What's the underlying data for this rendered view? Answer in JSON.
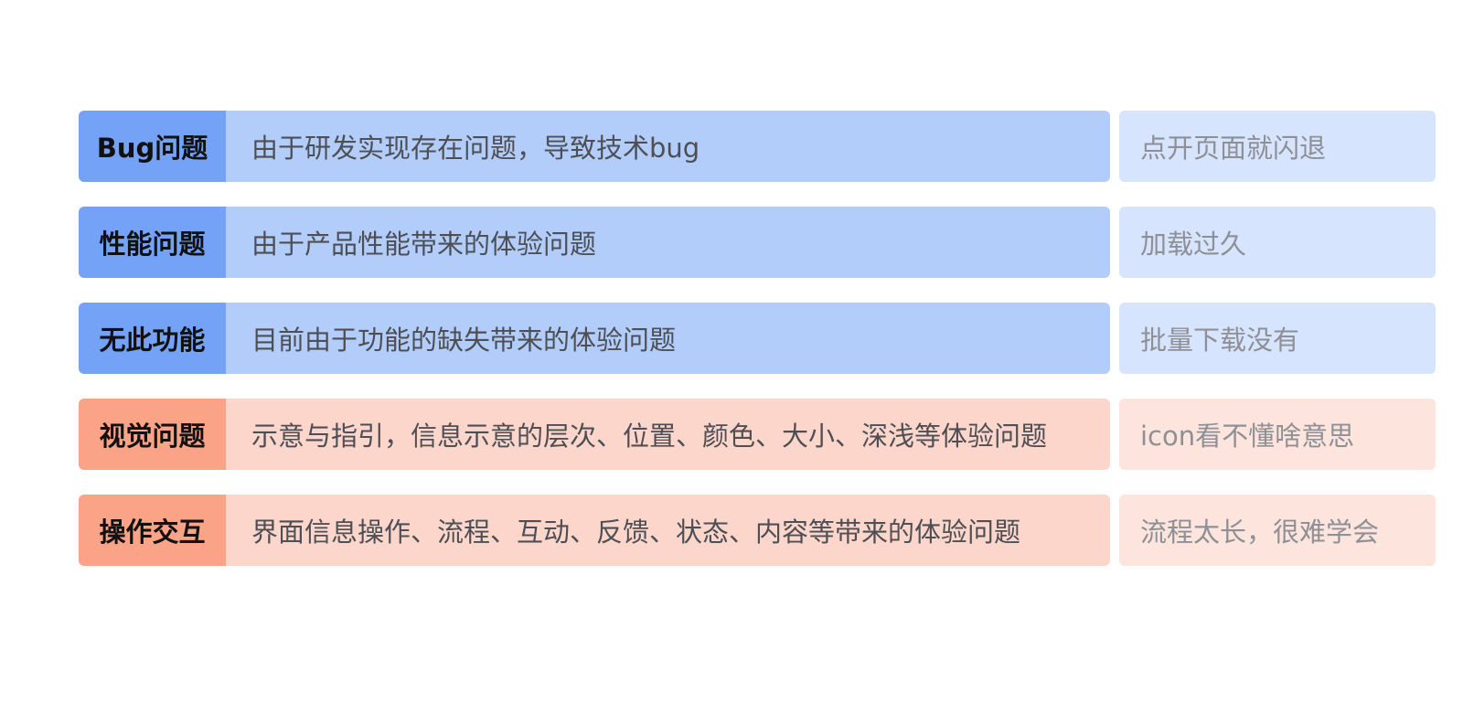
{
  "colors": {
    "blue_tag": "#74a2f7",
    "blue_desc": "#b2cdf9",
    "blue_example": "#d6e4fd",
    "orange_tag": "#fba386",
    "orange_desc": "#fdd6cb",
    "orange_example": "#fde4dd"
  },
  "rows": [
    {
      "category": "Bug问题",
      "description": "由于研发实现存在问题，导致技术bug",
      "example": "点开页面就闪退",
      "theme": "blue"
    },
    {
      "category": "性能问题",
      "description": "由于产品性能带来的体验问题",
      "example": "加载过久",
      "theme": "blue"
    },
    {
      "category": "无此功能",
      "description": "目前由于功能的缺失带来的体验问题",
      "example": "批量下载没有",
      "theme": "blue"
    },
    {
      "category": "视觉问题",
      "description": "示意与指引，信息示意的层次、位置、颜色、大小、深浅等体验问题",
      "example": "icon看不懂啥意思",
      "theme": "orange"
    },
    {
      "category": "操作交互",
      "description": "界面信息操作、流程、互动、反馈、状态、内容等带来的体验问题",
      "example": "流程太长，很难学会",
      "theme": "orange"
    }
  ]
}
